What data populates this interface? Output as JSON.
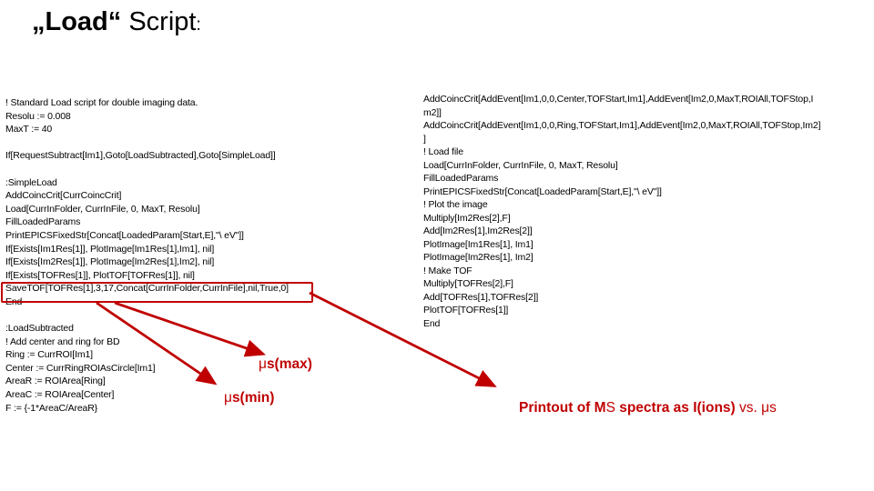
{
  "title": {
    "bold": "„Load“",
    "rest": " Script",
    "colon": ":"
  },
  "left_code": {
    "lines": [
      "! Standard Load script for double imaging data.",
      "Resolu := 0.008",
      "MaxT := 40",
      "",
      "If[RequestSubtract[Im1],Goto[LoadSubtracted],Goto[SimpleLoad]]",
      "",
      ":SimpleLoad",
      "AddCoincCrit[CurrCoincCrit]",
      "Load[CurrInFolder, CurrInFile, 0, MaxT, Resolu]",
      "FillLoadedParams",
      "PrintEPICSFixedStr[Concat[LoadedParam[Start,E],\"\\ eV\"]]",
      "If[Exists[Im1Res[1]], PlotImage[Im1Res[1],Im1], nil]",
      "If[Exists[Im2Res[1]], PlotImage[Im2Res[1],Im2], nil]",
      "If[Exists[TOFRes[1]], PlotTOF[TOFRes[1]], nil]",
      "SaveTOF[TOFRes[1],3,17,Concat[CurrInFolder,CurrInFile],nil,True,0]",
      "End",
      "",
      ":LoadSubtracted",
      "! Add center and ring for BD",
      "Ring := CurrROI[Im1]",
      "Center := CurrRingROIAsCircle[Im1]",
      "AreaR := ROIArea[Ring]",
      "AreaC := ROIArea[Center]",
      "F := {-1*AreaC/AreaR}"
    ]
  },
  "right_code": {
    "lines": [
      "AddCoincCrit[AddEvent[Im1,0,0,Center,TOFStart,Im1],AddEvent[Im2,0,MaxT,ROIAll,TOFStop,I",
      "m2]]",
      "AddCoincCrit[AddEvent[Im1,0,0,Ring,TOFStart,Im1],AddEvent[Im2,0,MaxT,ROIAll,TOFStop,Im2]",
      "]",
      "! Load file",
      "Load[CurrInFolder, CurrInFile, 0, MaxT, Resolu]",
      "FillLoadedParams",
      "PrintEPICSFixedStr[Concat[LoadedParam[Start,E],\"\\ eV\"]]",
      "! Plot the image",
      "Multiply[Im2Res[2],F]",
      "Add[Im2Res[1],Im2Res[2]]",
      "PlotImage[Im1Res[1], Im1]",
      "PlotImage[Im2Res[1], Im2]",
      "! Make TOF",
      "Multiply[TOFRes[2],F]",
      "Add[TOFRes[1],TOFRes[2]]",
      "PlotTOF[TOFRes[1]]",
      "End"
    ]
  },
  "annotations": {
    "us_max": {
      "mu": "μ",
      "label": "s(max)"
    },
    "us_min": {
      "mu": "μ",
      "label": "s(min)"
    },
    "printout": {
      "part1": "Printout of M",
      "part2": "S",
      "part3": " spectra as I(ions) ",
      "part4": "vs. ",
      "part5": "μs"
    }
  },
  "colors": {
    "accent_red": "#c00000",
    "text": "#000000",
    "background": "#ffffff"
  }
}
